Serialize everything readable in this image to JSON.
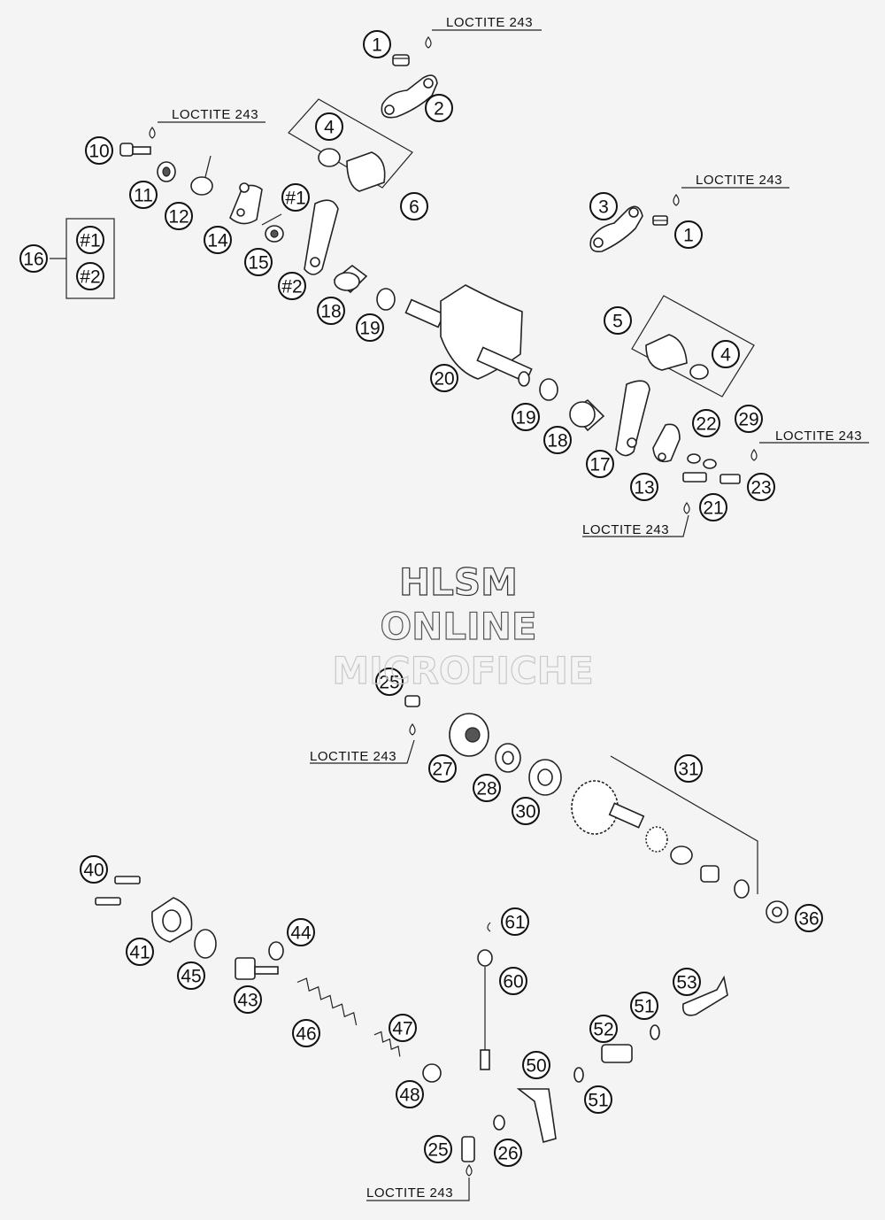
{
  "diagram": {
    "callouts": [
      "1",
      "2",
      "3",
      "1",
      "4",
      "6",
      "5",
      "4",
      "10",
      "11",
      "12",
      "14",
      "#1",
      "15",
      "#2",
      "16",
      "#1",
      "#2",
      "18",
      "19",
      "20",
      "19",
      "18",
      "17",
      "13",
      "22",
      "29",
      "21",
      "23",
      "25",
      "27",
      "28",
      "30",
      "31",
      "36",
      "40",
      "41",
      "45",
      "44",
      "43",
      "46",
      "47",
      "48",
      "61",
      "60",
      "50",
      "51",
      "52",
      "51",
      "53",
      "25",
      "26"
    ],
    "loctite_label": "LOCTITE 243",
    "watermark": [
      "HLSM",
      "ONLINE",
      "MICROFICHE"
    ]
  }
}
